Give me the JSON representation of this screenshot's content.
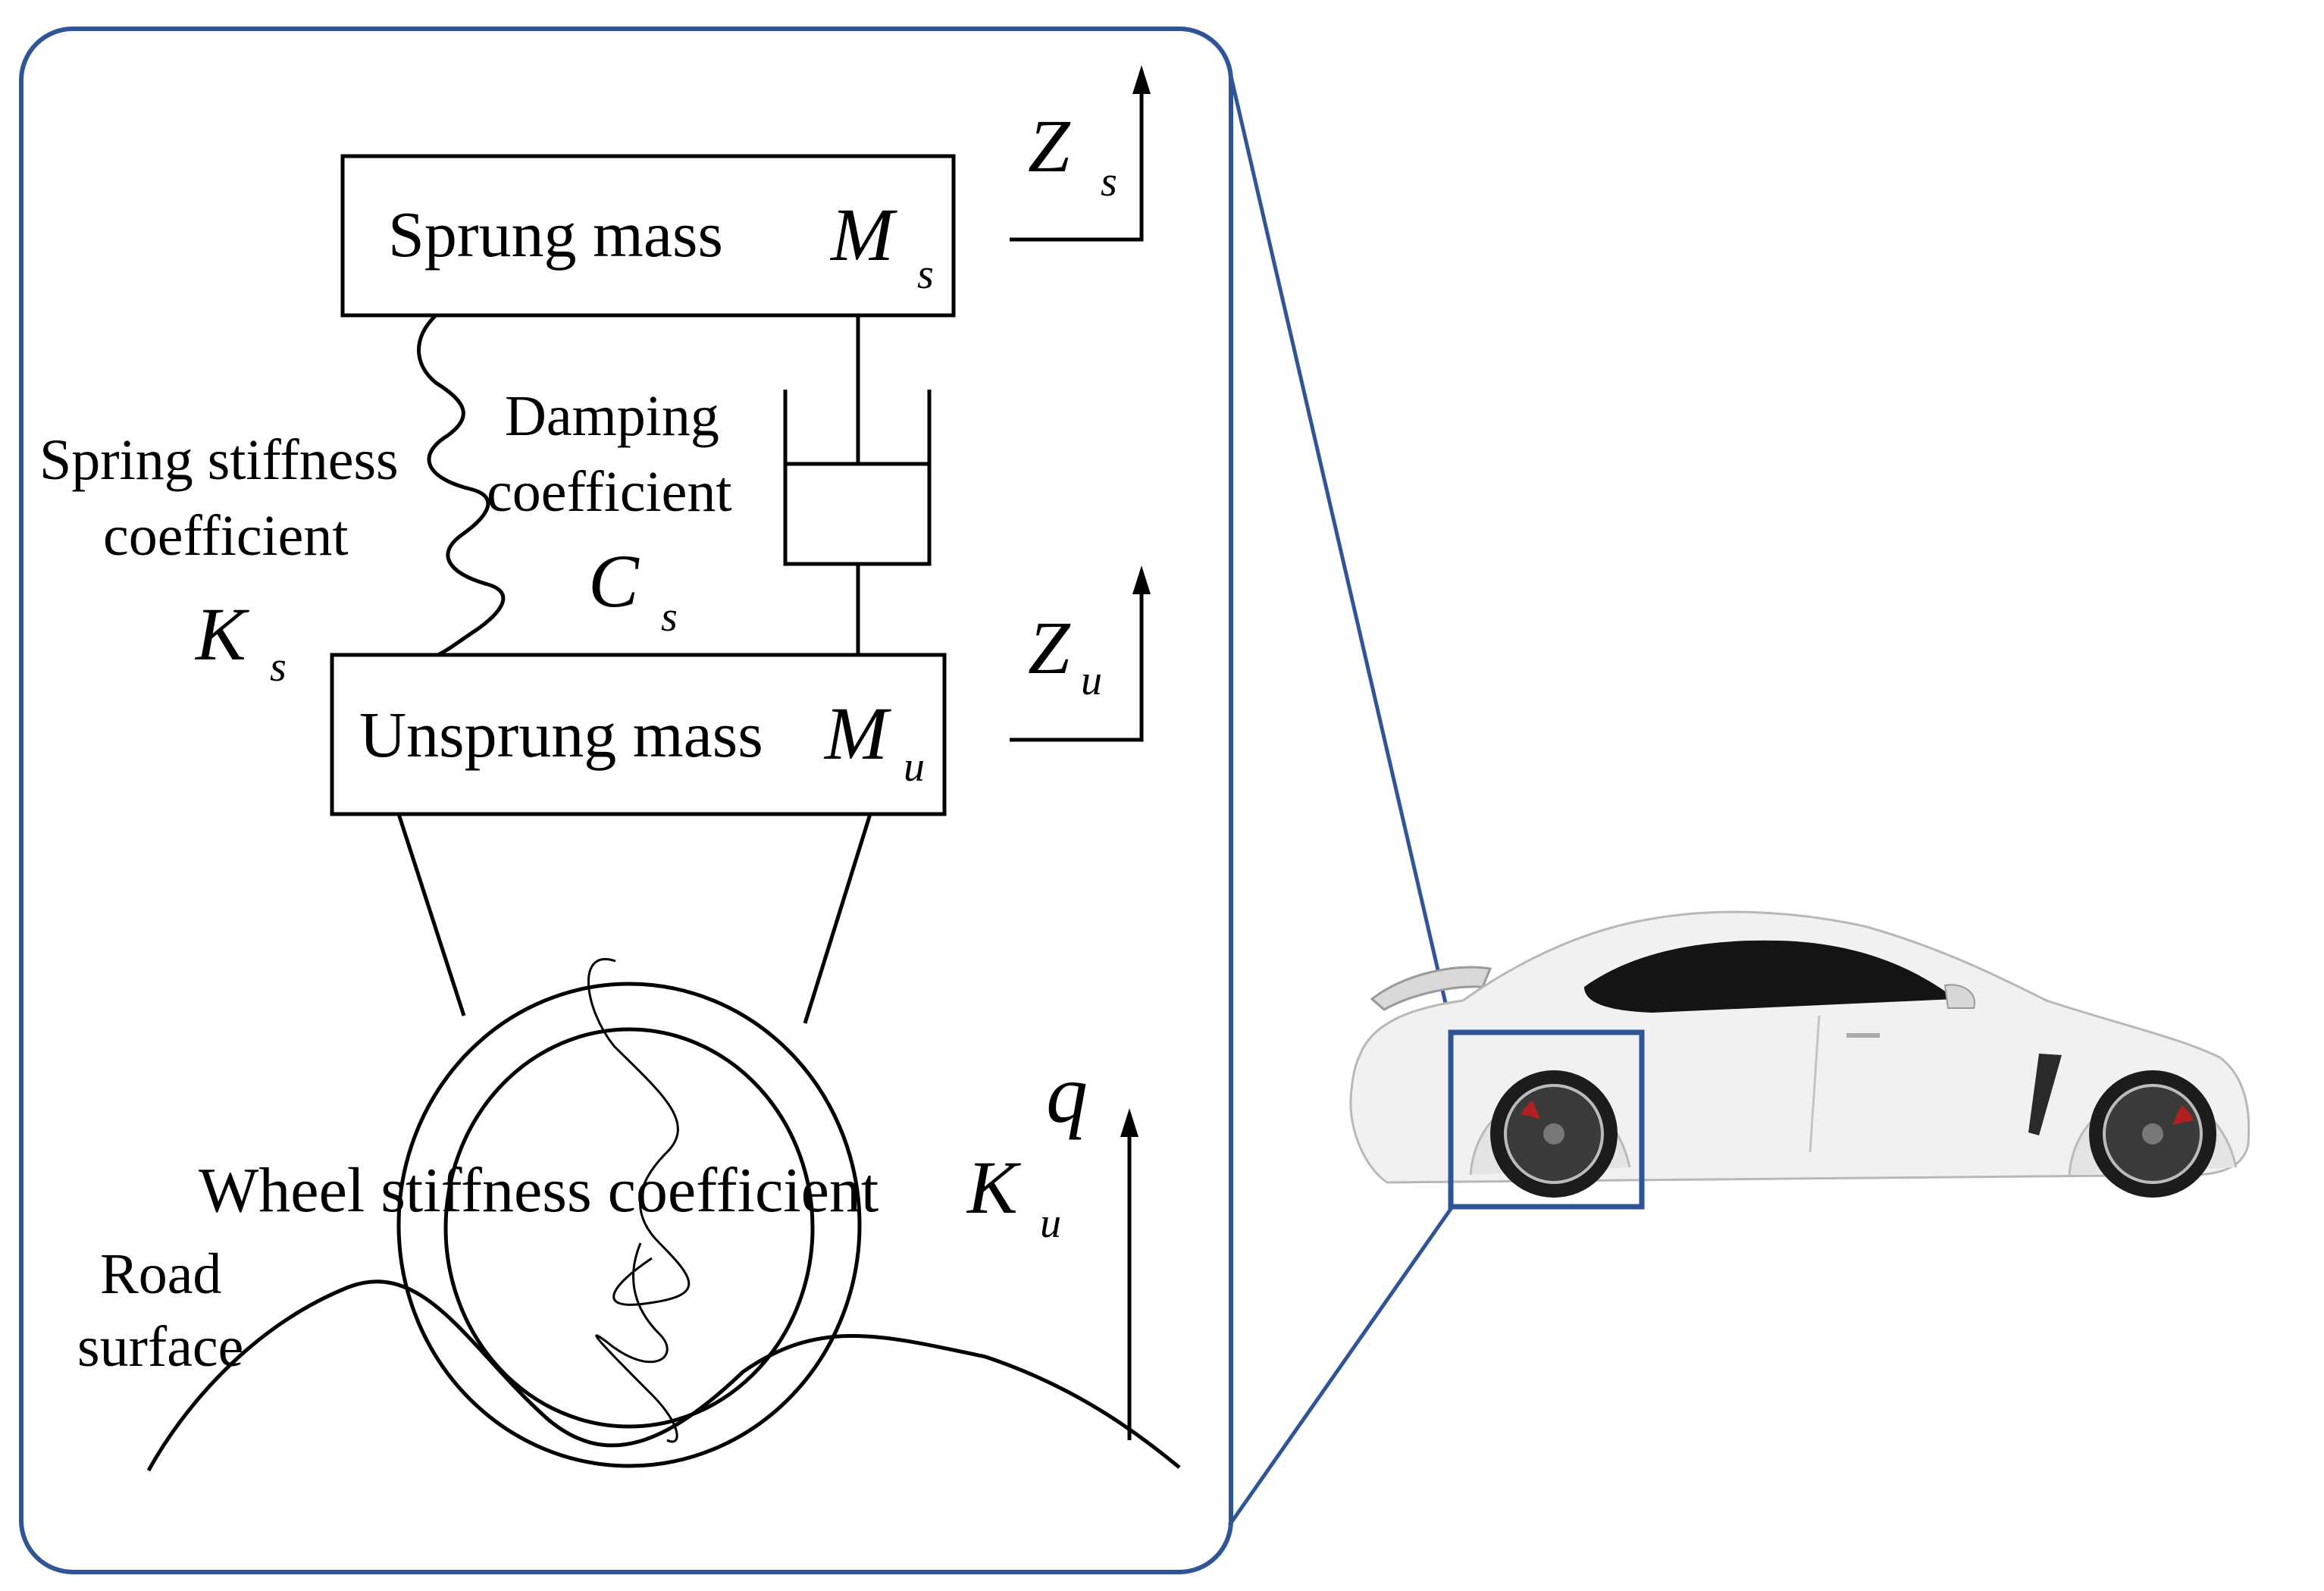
{
  "colors": {
    "frame": "#2f5597",
    "ink": "#000000",
    "car_body": "#f1f1f1",
    "car_window": "#141414",
    "brake": "#b02020"
  },
  "sprung_mass": {
    "label": "Sprung mass",
    "symbol": "M",
    "subscript": "s"
  },
  "unsprung_mass": {
    "label": "Unsprung mass",
    "symbol": "M",
    "subscript": "u"
  },
  "spring": {
    "label_line1": "Spring stiffness",
    "label_line2": "coefficient",
    "symbol": "K",
    "subscript": "s"
  },
  "damper": {
    "label_line1": "Damping",
    "label_line2": "coefficient",
    "symbol": "C",
    "subscript": "s"
  },
  "displacement_sprung": {
    "symbol": "Z",
    "subscript": "s"
  },
  "displacement_unsprung": {
    "symbol": "Z",
    "subscript": "u"
  },
  "road_input": {
    "symbol": "q"
  },
  "wheel": {
    "label": "Wheel stiffness coefficient",
    "symbol": "K",
    "subscript": "u"
  },
  "road": {
    "label_line1": "Road",
    "label_line2": "surface"
  },
  "car": {
    "icon": "car-side-view-icon"
  }
}
